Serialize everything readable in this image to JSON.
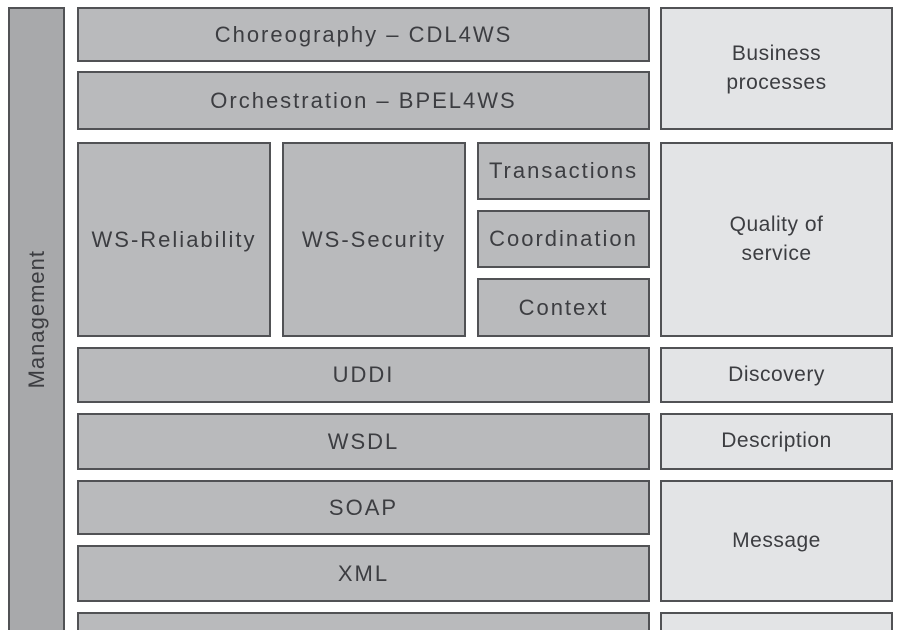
{
  "diagram": {
    "management_label": "Management",
    "layers": {
      "choreography": "Choreography – CDL4WS",
      "orchestration": "Orchestration – BPEL4WS",
      "ws_reliability": "WS-Reliability",
      "ws_security": "WS-Security",
      "transactions": "Transactions",
      "coordination": "Coordination",
      "context": "Context",
      "uddi": "UDDI",
      "wsdl": "WSDL",
      "soap": "SOAP",
      "xml": "XML"
    },
    "categories": {
      "business_processes": "Business processes",
      "quality_of_service": "Quality of service",
      "discovery": "Discovery",
      "description": "Description",
      "message": "Message"
    },
    "colors": {
      "layer_fill": "#b9babc",
      "category_fill": "#e3e4e6",
      "management_fill": "#a8a9ab",
      "border": "#515255",
      "text": "#3c3d41",
      "background": "#ffffff"
    }
  }
}
